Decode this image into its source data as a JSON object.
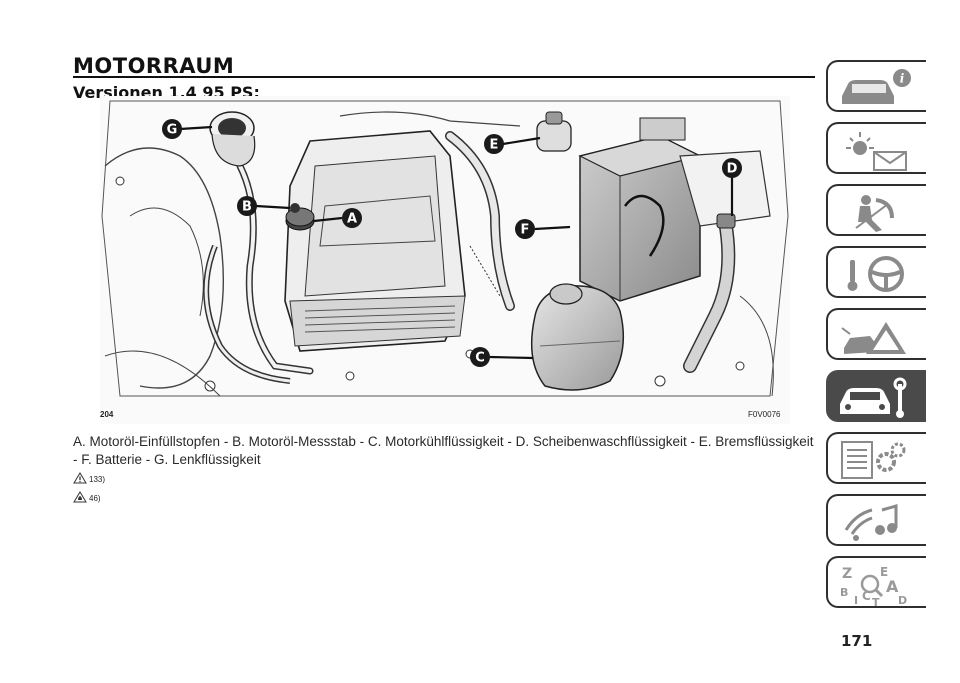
{
  "page": {
    "section_title": "MOTORRAUM",
    "subtitle": "Versionen 1.4 95 PS:",
    "figure_number": "204",
    "figure_code": "F0V0076",
    "caption": "A. Motoröl-Einfüllstopfen - B. Motoröl-Messstab - C. Motorkühlflüssigkeit - D. Scheibenwaschflüssigkeit - E. Bremsflüssigkeit - F. Batterie - G. Lenkflüssigkeit",
    "note_warning": "133)",
    "note_caution": "46)",
    "page_number": "171"
  },
  "callouts": [
    "A",
    "B",
    "C",
    "D",
    "E",
    "F",
    "G"
  ],
  "side_tabs": [
    {
      "name": "tab-dashboard-info",
      "icon": "car-info-icon",
      "active": false
    },
    {
      "name": "tab-lights-messages",
      "icon": "light-envelope-icon",
      "active": false
    },
    {
      "name": "tab-safety",
      "icon": "airbag-seat-icon",
      "active": false
    },
    {
      "name": "tab-starting-driving",
      "icon": "steering-wheel-icon",
      "active": false
    },
    {
      "name": "tab-emergency",
      "icon": "breakdown-triangle-icon",
      "active": false
    },
    {
      "name": "tab-maintenance",
      "icon": "car-wrench-icon",
      "active": true
    },
    {
      "name": "tab-technical-data",
      "icon": "list-gears-icon",
      "active": false
    },
    {
      "name": "tab-multimedia",
      "icon": "radio-note-icon",
      "active": false
    },
    {
      "name": "tab-index",
      "icon": "alphabet-index-icon",
      "active": false
    }
  ],
  "colors": {
    "tab_active": "#4a4a4a",
    "callout": "#1a1a1a"
  }
}
